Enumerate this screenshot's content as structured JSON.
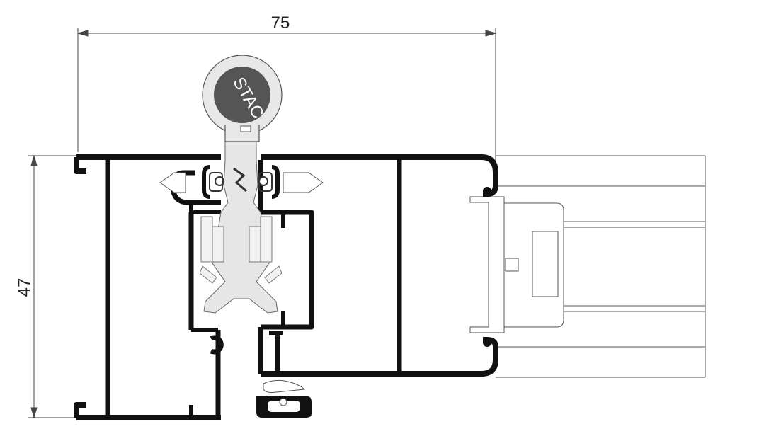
{
  "dimensions": {
    "width_label": "75",
    "height_label": "47"
  },
  "logo": {
    "text": "STAC"
  },
  "colors": {
    "profile": "#111111",
    "line": "#444444",
    "gasket": "#bdbdbd",
    "background": "#ffffff"
  }
}
